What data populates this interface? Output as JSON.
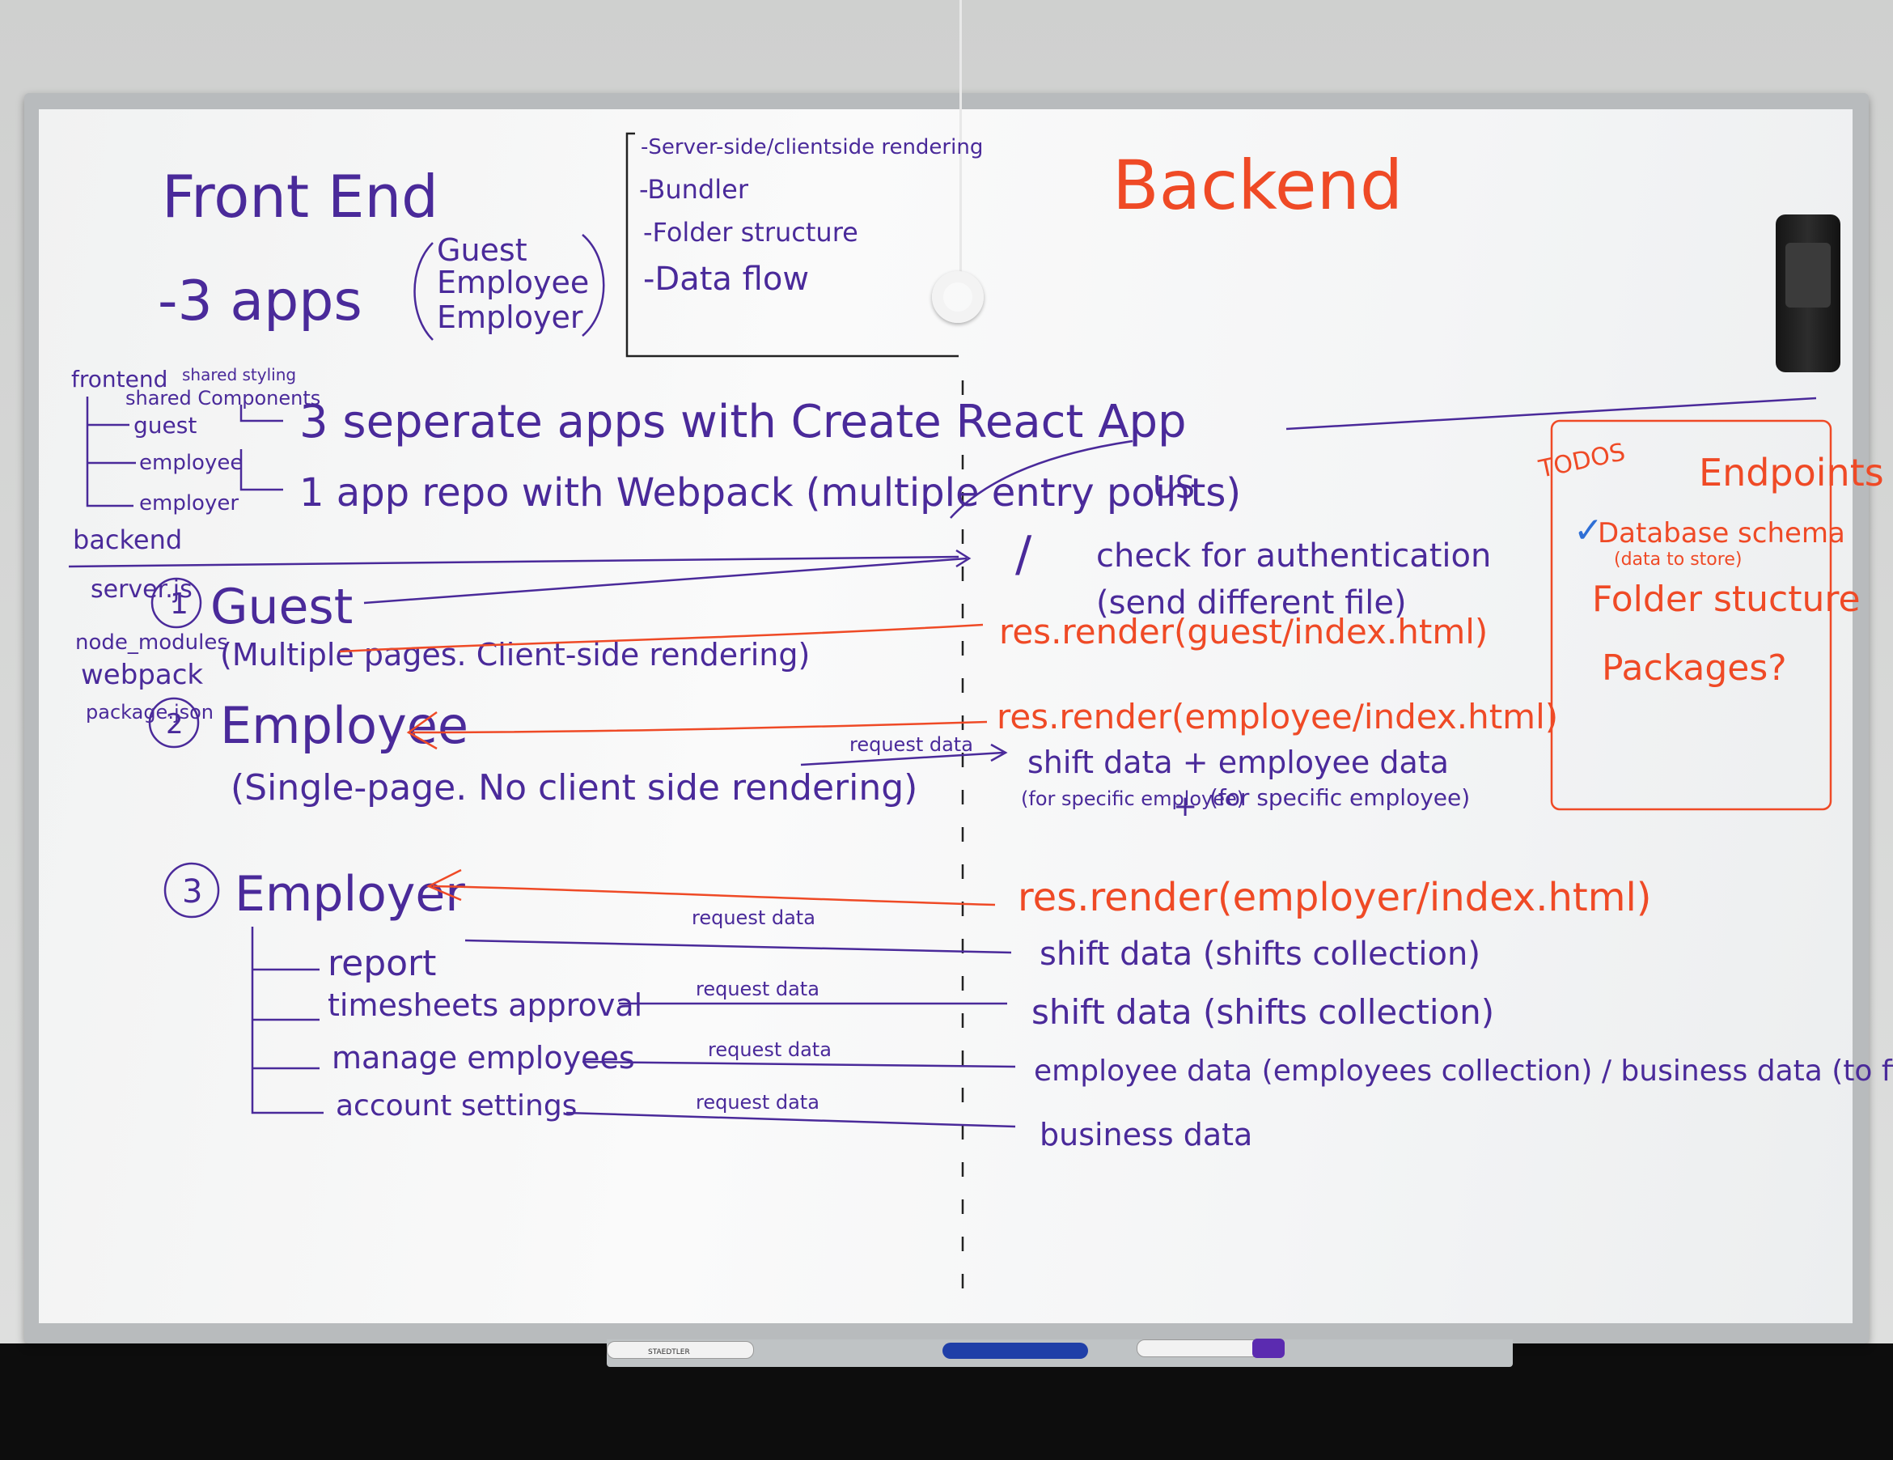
{
  "frontend": {
    "title": "Front End",
    "apps_label": "-3 apps",
    "apps": [
      "Guest",
      "Employee",
      "Employer"
    ]
  },
  "considerations": [
    "-Server-side/clientside rendering",
    "-Bundler",
    "-Folder structure",
    "-Data flow"
  ],
  "backend_title": "Backend",
  "tree": {
    "root": "frontend",
    "extra": "shared styling",
    "children": [
      "shared Components",
      "guest",
      "employee",
      "employer"
    ],
    "backend": "backend"
  },
  "options": [
    "3 seperate apps with Create React App",
    "1 app repo with Webpack (multiple entry points)"
  ],
  "server": {
    "us": "US",
    "slash": "/",
    "check": "check for authentication",
    "send": "(send different file)",
    "label": "server.js",
    "files": [
      "node_modules",
      "webpack",
      "package.json"
    ]
  },
  "guest": {
    "num": "1",
    "name": "Guest",
    "desc": "(Multiple pages. Client-side rendering)",
    "render": "res.render(guest/index.html)"
  },
  "employee": {
    "num": "2",
    "name": "Employee",
    "desc": "(Single-page. No client side rendering)",
    "render": "res.render(employee/index.html)",
    "request": "request data",
    "response": "shift data + employee data",
    "note_a": "(for specific employee)",
    "plus": "+",
    "note_b": "(for specific employee)"
  },
  "employer": {
    "num": "3",
    "name": "Employer",
    "render": "res.render(employer/index.html)",
    "items": [
      {
        "label": "report",
        "request": "request data",
        "response": "shift data (shifts collection)"
      },
      {
        "label": "timesheets approval",
        "request": "request data",
        "response": "shift data (shifts collection)"
      },
      {
        "label": "manage employees",
        "request": "request data",
        "response": "employee data (employees collection) / business data (to filter by location)"
      },
      {
        "label": "account settings",
        "request": "request data",
        "response": "business data"
      }
    ]
  },
  "todos": {
    "title": "TODOS",
    "heading": "Endpoints",
    "items": [
      "Database schema",
      "Folder stucture",
      "Packages?"
    ],
    "schema_note": "(data to store)",
    "checkmark": "✓"
  },
  "tray_markers": [
    {
      "label": "STAEDTLER",
      "cap": "#222222"
    },
    {
      "label": "",
      "cap": "#1f3fa8"
    },
    {
      "label": "",
      "cap": "#5b2bb0"
    }
  ]
}
